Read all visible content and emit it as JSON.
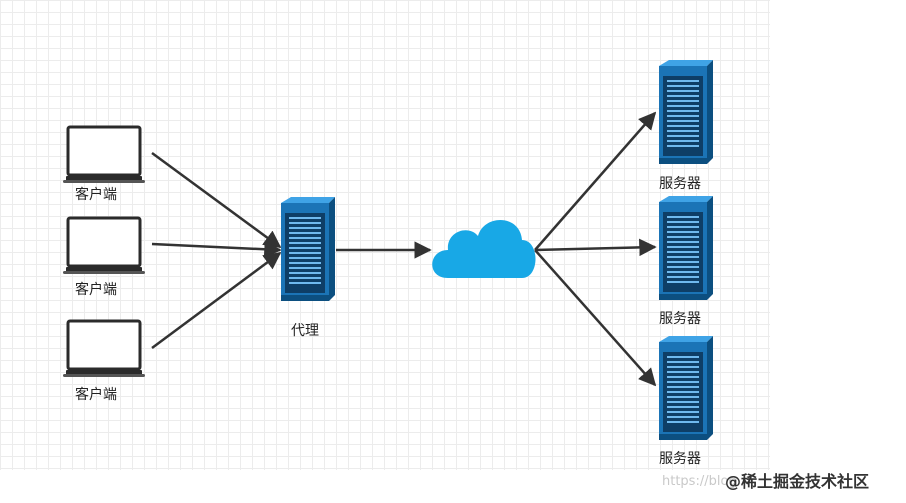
{
  "labels": {
    "client_1": "客户端",
    "client_2": "客户端",
    "client_3": "客户端",
    "proxy": "代理",
    "server_1": "服务器",
    "server_2": "服务器",
    "server_3": "服务器"
  },
  "watermark": {
    "url": "https://blog",
    "brand": "@稀土掘金技术社区"
  },
  "icons": {
    "client": "laptop-icon",
    "proxy": "server-rack-icon",
    "network": "cloud-icon",
    "server": "server-rack-icon"
  },
  "colors": {
    "server_blue": "#1f7dc0",
    "cloud_blue": "#18a8e6",
    "arrow": "#333333"
  }
}
